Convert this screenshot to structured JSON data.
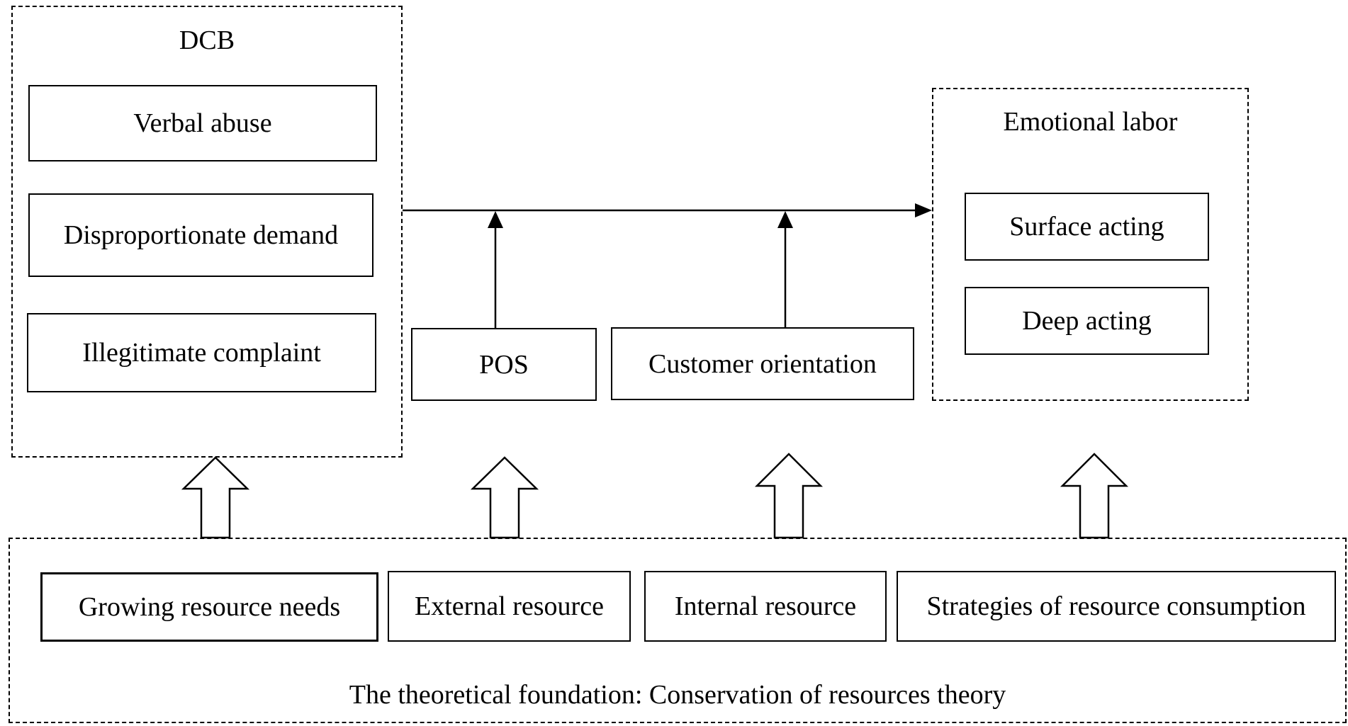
{
  "dcb": {
    "title": "DCB",
    "items": [
      "Verbal abuse",
      "Disproportionate demand",
      "Illegitimate complaint"
    ]
  },
  "moderators": {
    "pos": "POS",
    "customer_orientation": "Customer orientation"
  },
  "emotional_labor": {
    "title": "Emotional labor",
    "items": [
      "Surface acting",
      "Deep acting"
    ]
  },
  "foundation": {
    "items": [
      "Growing resource needs",
      "External resource",
      "Internal resource",
      "Strategies of resource consumption"
    ],
    "caption": "The theoretical foundation: Conservation of resources theory"
  }
}
